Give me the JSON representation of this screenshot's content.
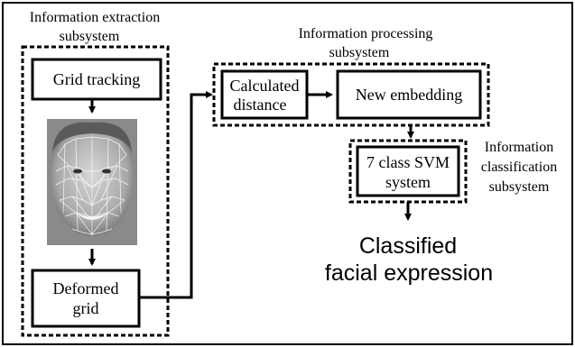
{
  "subsystems": {
    "extraction": {
      "line1": "Information extraction",
      "line2": "subsystem"
    },
    "processing": {
      "line1": "Information processing",
      "line2": "subsystem"
    },
    "classification": {
      "line1": "Information",
      "line2": "classification",
      "line3": "subsystem"
    }
  },
  "blocks": {
    "grid_tracking": "Grid tracking",
    "deformed_grid": {
      "line1": "Deformed",
      "line2": "grid"
    },
    "calculated_distance": {
      "line1": "Calculated",
      "line2": "distance"
    },
    "new_embedding": "New embedding",
    "svm": {
      "line1": "7 class SVM",
      "line2": "system"
    }
  },
  "output": {
    "line1": "Classified",
    "line2": "facial expression"
  }
}
